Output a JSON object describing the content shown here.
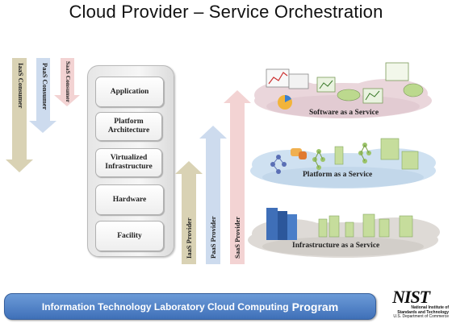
{
  "title": "Cloud Provider – Service Orchestration",
  "consumers": [
    "IaaS Consumer",
    "PaaS Consumer",
    "SaaS Consumer"
  ],
  "layers": [
    "Application",
    "Platform Architecture",
    "Virtualized Infrastructure",
    "Hardware",
    "Facility"
  ],
  "providers": [
    "IaaS Provider",
    "PaaS Provider",
    "SaaS Provider"
  ],
  "services": [
    "Software as a Service",
    "Platform as a Service",
    "Infrastructure as a Service"
  ],
  "banner": {
    "main": "Information Technology Laboratory Cloud Computing",
    "tail": "Program"
  },
  "nist": {
    "logo": "NIST",
    "line1": "National Institute of",
    "line2": "Standards and Technology",
    "line3": "U.S. Department of Commerce"
  },
  "colors": {
    "iaas_arrow": "#d6cfb0",
    "paas_arrow": "#c8d8ec",
    "saas_arrow": "#f2cfcf",
    "cloud": "#ead7dc",
    "banner": "#4a7cc3"
  }
}
